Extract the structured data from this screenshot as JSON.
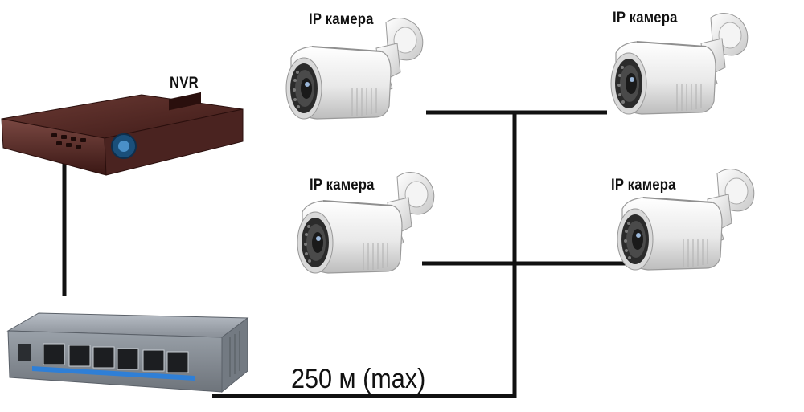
{
  "labels": {
    "nvr": "NVR",
    "camera_top_left": "IP камера",
    "camera_top_right": "IP камера",
    "camera_mid_left": "IP камера",
    "camera_mid_right": "IP камера",
    "distance": "250 м (max)"
  },
  "colors": {
    "cable": "#111111",
    "camera_body": "#eeeeee",
    "nvr_body": "#5a2a26",
    "switch_body": "#8a9098",
    "port_led_strip": "#2f7fd6"
  }
}
